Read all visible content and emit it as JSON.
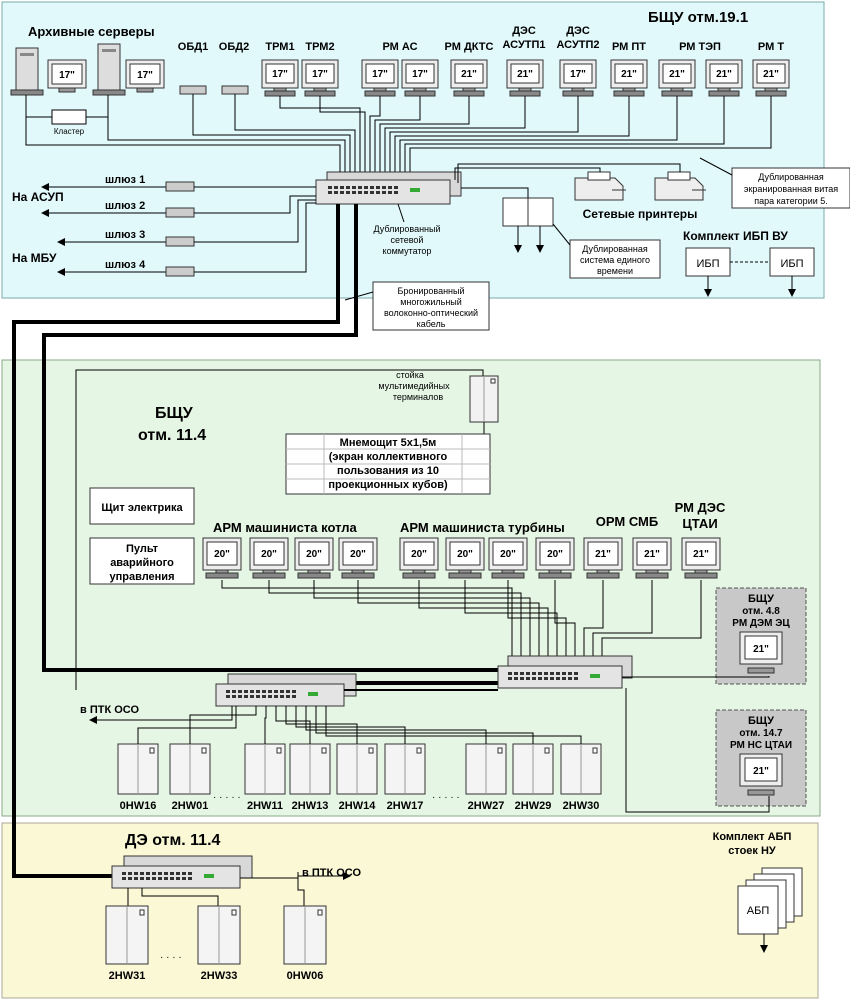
{
  "zones": {
    "top": {
      "title": "БЩУ отм.19.1",
      "fill": "#e2f9fb"
    },
    "middle": {
      "title_l1": "БЩУ",
      "title_l2": "отм. 11.4",
      "fill": "#e6f6e4"
    },
    "bottom": {
      "title": "ДЭ отм. 11.4",
      "fill": "#fbf8d6"
    }
  },
  "top": {
    "archive_label": "Архивные серверы",
    "cluster_label": "Кластер",
    "mon17": "17\"",
    "mon21": "21\"",
    "obd1": "ОБД1",
    "obd2": "ОБД2",
    "ws": [
      {
        "label": "ТРМ1",
        "size": "17\""
      },
      {
        "label": "ТРМ2",
        "size": "17\""
      },
      {
        "label": "РМ АС",
        "size": "17\""
      },
      {
        "label": "",
        "size": "17\""
      },
      {
        "label": "РМ ДКТС",
        "size": "21\""
      },
      {
        "label": "ДЭС АСУТП1",
        "size": "21\""
      },
      {
        "label": "ДЭС АСУТП2",
        "size": "17\""
      },
      {
        "label": "РМ ПТ",
        "size": "21\""
      },
      {
        "label": "РМ ТЭП",
        "size": "21\""
      },
      {
        "label": "",
        "size": "21\""
      },
      {
        "label": "РМ Т",
        "size": "21\""
      }
    ],
    "ws_labels": {
      "trm1": "ТРМ1",
      "trm2": "ТРМ2",
      "rmas": "РМ АС",
      "rmdkts": "РМ ДКТС",
      "des1_l1": "ДЭС",
      "des1_l2": "АСУТП1",
      "des2_l1": "ДЭС",
      "des2_l2": "АСУТП2",
      "rmpt": "РМ ПТ",
      "rmtep": "РМ ТЭП",
      "rmt": "РМ Т"
    },
    "to_asup": "На АСУП",
    "to_mbu": "На МБУ",
    "gateways": [
      "шлюз 1",
      "шлюз 2",
      "шлюз 3",
      "шлюз 4"
    ],
    "switch_note_l1": "Дублированный",
    "switch_note_l2": "сетевой",
    "switch_note_l3": "коммутатор",
    "printers": "Сетевые принтеры",
    "twisted_l1": "Дублированная",
    "twisted_l2": "экранированная витая",
    "twisted_l3": "пара категории 5.",
    "time_l1": "Дублированная",
    "time_l2": "система единого",
    "time_l3": "времени",
    "ups_set": "Комплект ИБП ВУ",
    "ups": "ИБП",
    "fiber_l1": "Бронированный",
    "fiber_l2": "многожильный",
    "fiber_l3": "волоконно-оптический",
    "fiber_l4": "кабель"
  },
  "middle": {
    "rack_l1": "стойка",
    "rack_l2": "мультимедийных",
    "rack_l3": "терминалов",
    "mimic_l1": "Мнемощит 5х1,5м",
    "mimic_l2": "(экран коллективного",
    "mimic_l3": "пользования из 10",
    "mimic_l4": "проекционных кубов)",
    "electrician": "Щит электрика",
    "panel_l1": "Пульт",
    "panel_l2": "аварийного",
    "panel_l3": "управления",
    "boiler": "АРМ машиниста котла",
    "turbine": "АРМ машиниста турбины",
    "orm": "ОРМ СМБ",
    "rmdes_l1": "РМ ДЭС",
    "rmdes_l2": "ЦТАИ",
    "mon20": "20\"",
    "mon21": "21\"",
    "box1_l1": "БЩУ",
    "box1_l2": "отм. 4.8",
    "box1_l3": "РМ ДЭМ ЭЦ",
    "box2_l1": "БЩУ",
    "box2_l2": "отм. 14.7",
    "box2_l3": "РМ НС ЦТАИ",
    "to_ptk": "в ПТК ОСО",
    "cabinets": [
      "0HW16",
      "2HW01",
      "2HW11",
      "2HW13",
      "2HW14",
      "2HW17",
      "2HW27",
      "2HW29",
      "2HW30"
    ],
    "dots": "· · · · ·"
  },
  "bottom": {
    "abp_set_l1": "Комплект АБП",
    "abp_set_l2": "стоек НУ",
    "abp": "АБП",
    "to_ptk": "в ПТК ОСО",
    "cabinets": [
      "2HW31",
      "2HW33",
      "0HW06"
    ],
    "dots": "· · · ·"
  }
}
